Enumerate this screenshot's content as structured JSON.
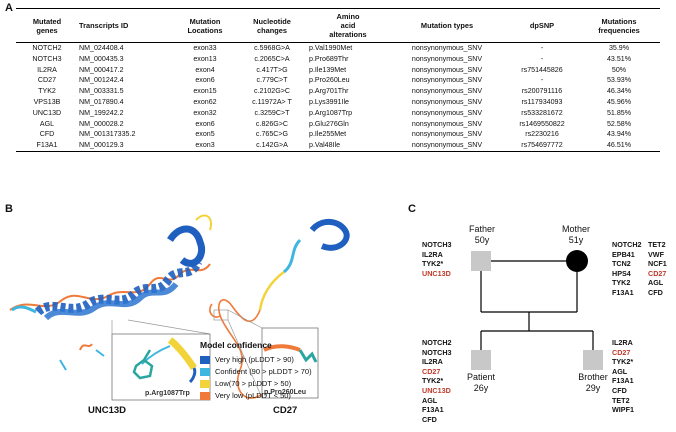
{
  "panel_labels": {
    "a": "A",
    "b": "B",
    "c": "C"
  },
  "table": {
    "headers": [
      [
        "Mutated",
        "genes"
      ],
      [
        "Transcripts ID"
      ],
      [
        "Mutation",
        "Locations"
      ],
      [
        "Nucleotide",
        "changes"
      ],
      [
        "Amino",
        "acid",
        "alterations"
      ],
      [
        "Mutation types"
      ],
      [
        "dpSNP"
      ],
      [
        "Mutations",
        "frequencies"
      ]
    ],
    "rows": [
      [
        "NOTCH2",
        "NM_024408.4",
        "exon33",
        "c.5968G>A",
        "p.Val1990Met",
        "nonsynonymous_SNV",
        "-",
        "35.9%"
      ],
      [
        "NOTCH3",
        "NM_000435.3",
        "exon13",
        "c.2065C>A",
        "p.Pro689Thr",
        "nonsynonymous_SNV",
        "-",
        "43.51%"
      ],
      [
        "IL2RA",
        "NM_000417.2",
        "exon4",
        "c.417T>G",
        "p.Ile139Met",
        "nonsynonymous_SNV",
        "rs751445826",
        "50%"
      ],
      [
        "CD27",
        "NM_001242.4",
        "exon6",
        "c.779C>T",
        "p.Pro260Leu",
        "nonsynonymous_SNV",
        "-",
        "53.93%"
      ],
      [
        "TYK2",
        "NM_003331.5",
        "exon15",
        "c.2102G>C",
        "p.Arg701Thr",
        "nonsynonymous_SNV",
        "rs200791116",
        "46.34%"
      ],
      [
        "VPS13B",
        "NM_017890.4",
        "exon62",
        "c.11972A> T",
        "p.Lys3991Ile",
        "nonsynonymous_SNV",
        "rs117934093",
        "45.96%"
      ],
      [
        "UNC13D",
        "NM_199242.2",
        "exon32",
        "c.3259C>T",
        "p.Arg1087Trp",
        "nonsynonymous_SNV",
        "rs533281672",
        "51.85%"
      ],
      [
        "AGL",
        "NM_000028.2",
        "exon6",
        "c.826G>C",
        "p.Glu276Gln",
        "nonsynonymous_SNV",
        "rs1469550822",
        "52.58%"
      ],
      [
        "CFD",
        "NM_001317335.2",
        "exon5",
        "c.765C>G",
        "p.Ile255Met",
        "nonsynonymous_SNV",
        "rs2230216",
        "43.94%"
      ],
      [
        "F13A1",
        "NM_000129.3",
        "exon3",
        "c.142G>A",
        "p.Val48Ile",
        "nonsynonymous_SNV",
        "rs754697772",
        "46.51%"
      ]
    ]
  },
  "panel_b": {
    "mutation_left": "p.Arg1087Trp",
    "mutation_right": "p.Pro260Leu",
    "protein_left": "UNC13D",
    "protein_right": "CD27",
    "legend_title": "Model confidence",
    "legend": [
      {
        "label": "Very high (pLDDT > 90)",
        "color": "#1f5fbf"
      },
      {
        "label": "Confident (90 > pLDDT > 70)",
        "color": "#3fb6e0"
      },
      {
        "label": "Low(70 > pLDDT > 50)",
        "color": "#f2d43a"
      },
      {
        "label": "Very low (pLDDT < 50)",
        "color": "#f07a3a"
      }
    ]
  },
  "panel_c": {
    "father": {
      "title": "Father",
      "age": "50y",
      "genes": [
        {
          "t": "NOTCH3",
          "hl": false
        },
        {
          "t": "IL2RA",
          "hl": false
        },
        {
          "t": "TYK2*",
          "hl": false
        },
        {
          "t": "UNC13D",
          "hl": true
        }
      ]
    },
    "mother": {
      "title": "Mother",
      "age": "51y",
      "genes_col1": [
        {
          "t": "NOTCH2",
          "hl": false
        },
        {
          "t": "EPB41",
          "hl": false
        },
        {
          "t": "TCN2",
          "hl": false
        },
        {
          "t": "HPS4",
          "hl": false
        },
        {
          "t": "TYK2",
          "hl": false
        },
        {
          "t": "F13A1",
          "hl": false
        }
      ],
      "genes_col2": [
        {
          "t": "TET2",
          "hl": false
        },
        {
          "t": "VWF",
          "hl": false
        },
        {
          "t": "NCF1",
          "hl": false
        },
        {
          "t": "CD27",
          "hl": true
        },
        {
          "t": "AGL",
          "hl": false
        },
        {
          "t": "CFD",
          "hl": false
        }
      ]
    },
    "patient": {
      "title": "Patient",
      "age": "26y",
      "genes": [
        {
          "t": "NOTCH2",
          "hl": false
        },
        {
          "t": "NOTCH3",
          "hl": false
        },
        {
          "t": "IL2RA",
          "hl": false
        },
        {
          "t": "CD27",
          "hl": true
        },
        {
          "t": "TYK2*",
          "hl": false
        },
        {
          "t": "UNC13D",
          "hl": true
        },
        {
          "t": "AGL",
          "hl": false
        },
        {
          "t": "F13A1",
          "hl": false
        },
        {
          "t": "CFD",
          "hl": false
        }
      ]
    },
    "brother": {
      "title": "Brother",
      "age": "29y",
      "genes": [
        {
          "t": "IL2RA",
          "hl": false
        },
        {
          "t": "CD27",
          "hl": true
        },
        {
          "t": "TYK2*",
          "hl": false
        },
        {
          "t": "AGL",
          "hl": false
        },
        {
          "t": "F13A1",
          "hl": false
        },
        {
          "t": "CFD",
          "hl": false
        },
        {
          "t": "TET2",
          "hl": false
        },
        {
          "t": "WIPF1",
          "hl": false
        }
      ]
    }
  }
}
